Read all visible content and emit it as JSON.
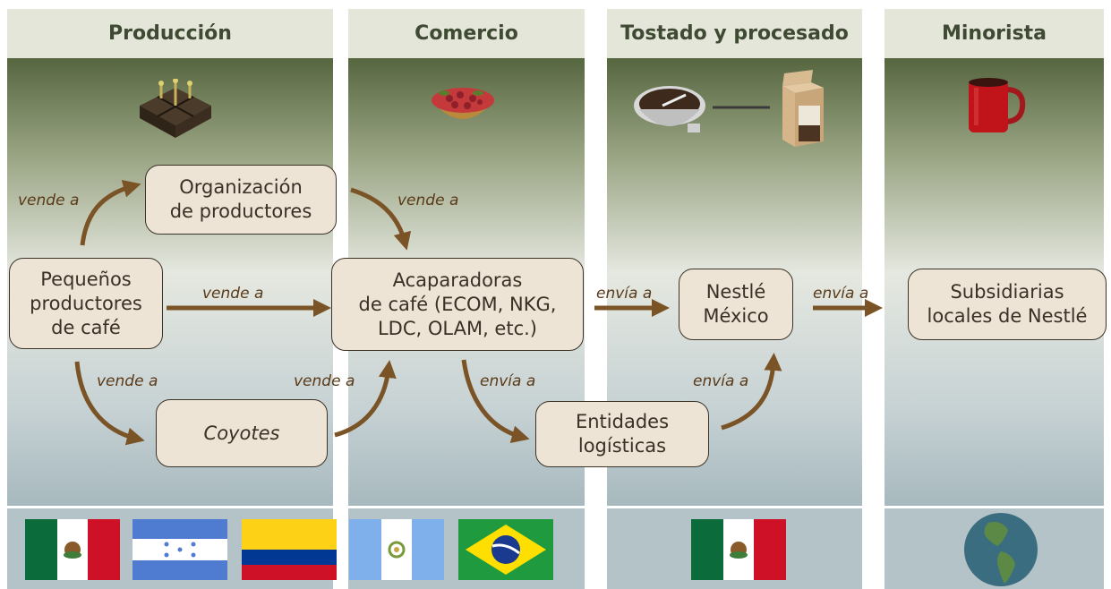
{
  "columns": {
    "produccion": "Producción",
    "comercio": "Comercio",
    "tostado": "Tostado y procesado",
    "minorista": "Minorista"
  },
  "nodes": {
    "pequenos": "Pequeños\nproductores\nde café",
    "organizacion": "Organización\nde productores",
    "coyotes": "Coyotes",
    "acaparadoras": "Acaparadoras\nde café (ECOM, NKG,\nLDC, OLAM, etc.)",
    "entidades": "Entidades\nlogísticas",
    "nestle": "Nestlé\nMéxico",
    "subsidiarias": "Subsidiarias\nlocales de Nestlé"
  },
  "edges": {
    "vende_org": "vende a",
    "vende_acap_org": "vende a",
    "vende_direct": "vende a",
    "vende_coyotes": "vende a",
    "vende_coyotes_acap": "vende a",
    "envia_ent": "envía a",
    "envia_nestle": "envía a",
    "envia_nestle_ent": "envía a",
    "envia_subs": "envía a"
  },
  "icons": {
    "production": "seedling-tray-icon",
    "trade": "coffee-cherry-basket-icon",
    "processing": [
      "coffee-grinder-icon",
      "coffee-bag-icon"
    ],
    "retail": "coffee-mug-icon",
    "globe": "globe-icon"
  },
  "flags": {
    "origin": [
      "mexico-flag",
      "honduras-flag",
      "colombia-flag",
      "guatemala-flag",
      "brazil-flag"
    ],
    "processing": [
      "mexico-flag"
    ]
  },
  "colors": {
    "arrow": "#7a5326",
    "box_fill": "#ede4d6",
    "header_text": "#3e4a32"
  }
}
